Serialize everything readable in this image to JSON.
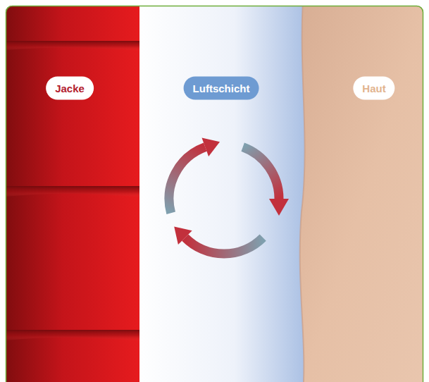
{
  "diagram": {
    "nodes": [
      {
        "text": [
          "Jacke"
        ]
      },
      {
        "text": [
          "Luftschicht"
        ]
      },
      {
        "text": [
          "Haut"
        ]
      }
    ],
    "edges": []
  }
}
